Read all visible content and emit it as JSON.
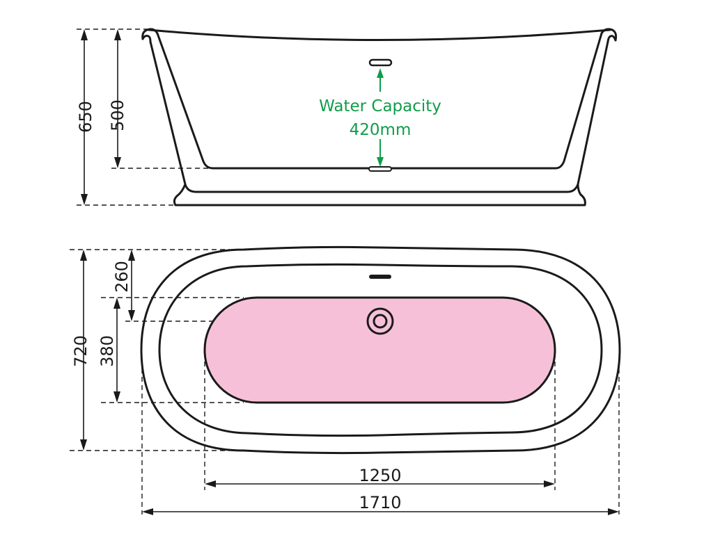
{
  "diagram": {
    "type": "technical-dimension-drawing",
    "subject": "freestanding bath",
    "colors": {
      "line": "#1a1a1a",
      "water_fill": "#f6c1d8",
      "annotation": "#0f9d4a",
      "background": "#ffffff"
    }
  },
  "side_view": {
    "dimensions": {
      "overall_height": "650",
      "inner_depth": "500"
    },
    "water_capacity": {
      "label": "Water Capacity",
      "value": "420mm"
    },
    "features": [
      "overflow",
      "waste outlet",
      "roll-top rim",
      "plinth base"
    ]
  },
  "plan_view": {
    "dimensions": {
      "overall_width": "720",
      "overflow_offset": "260",
      "inner_base_width": "380",
      "inner_base_length": "1250",
      "overall_length": "1710"
    },
    "features": [
      "overflow",
      "central waste",
      "water area"
    ]
  }
}
